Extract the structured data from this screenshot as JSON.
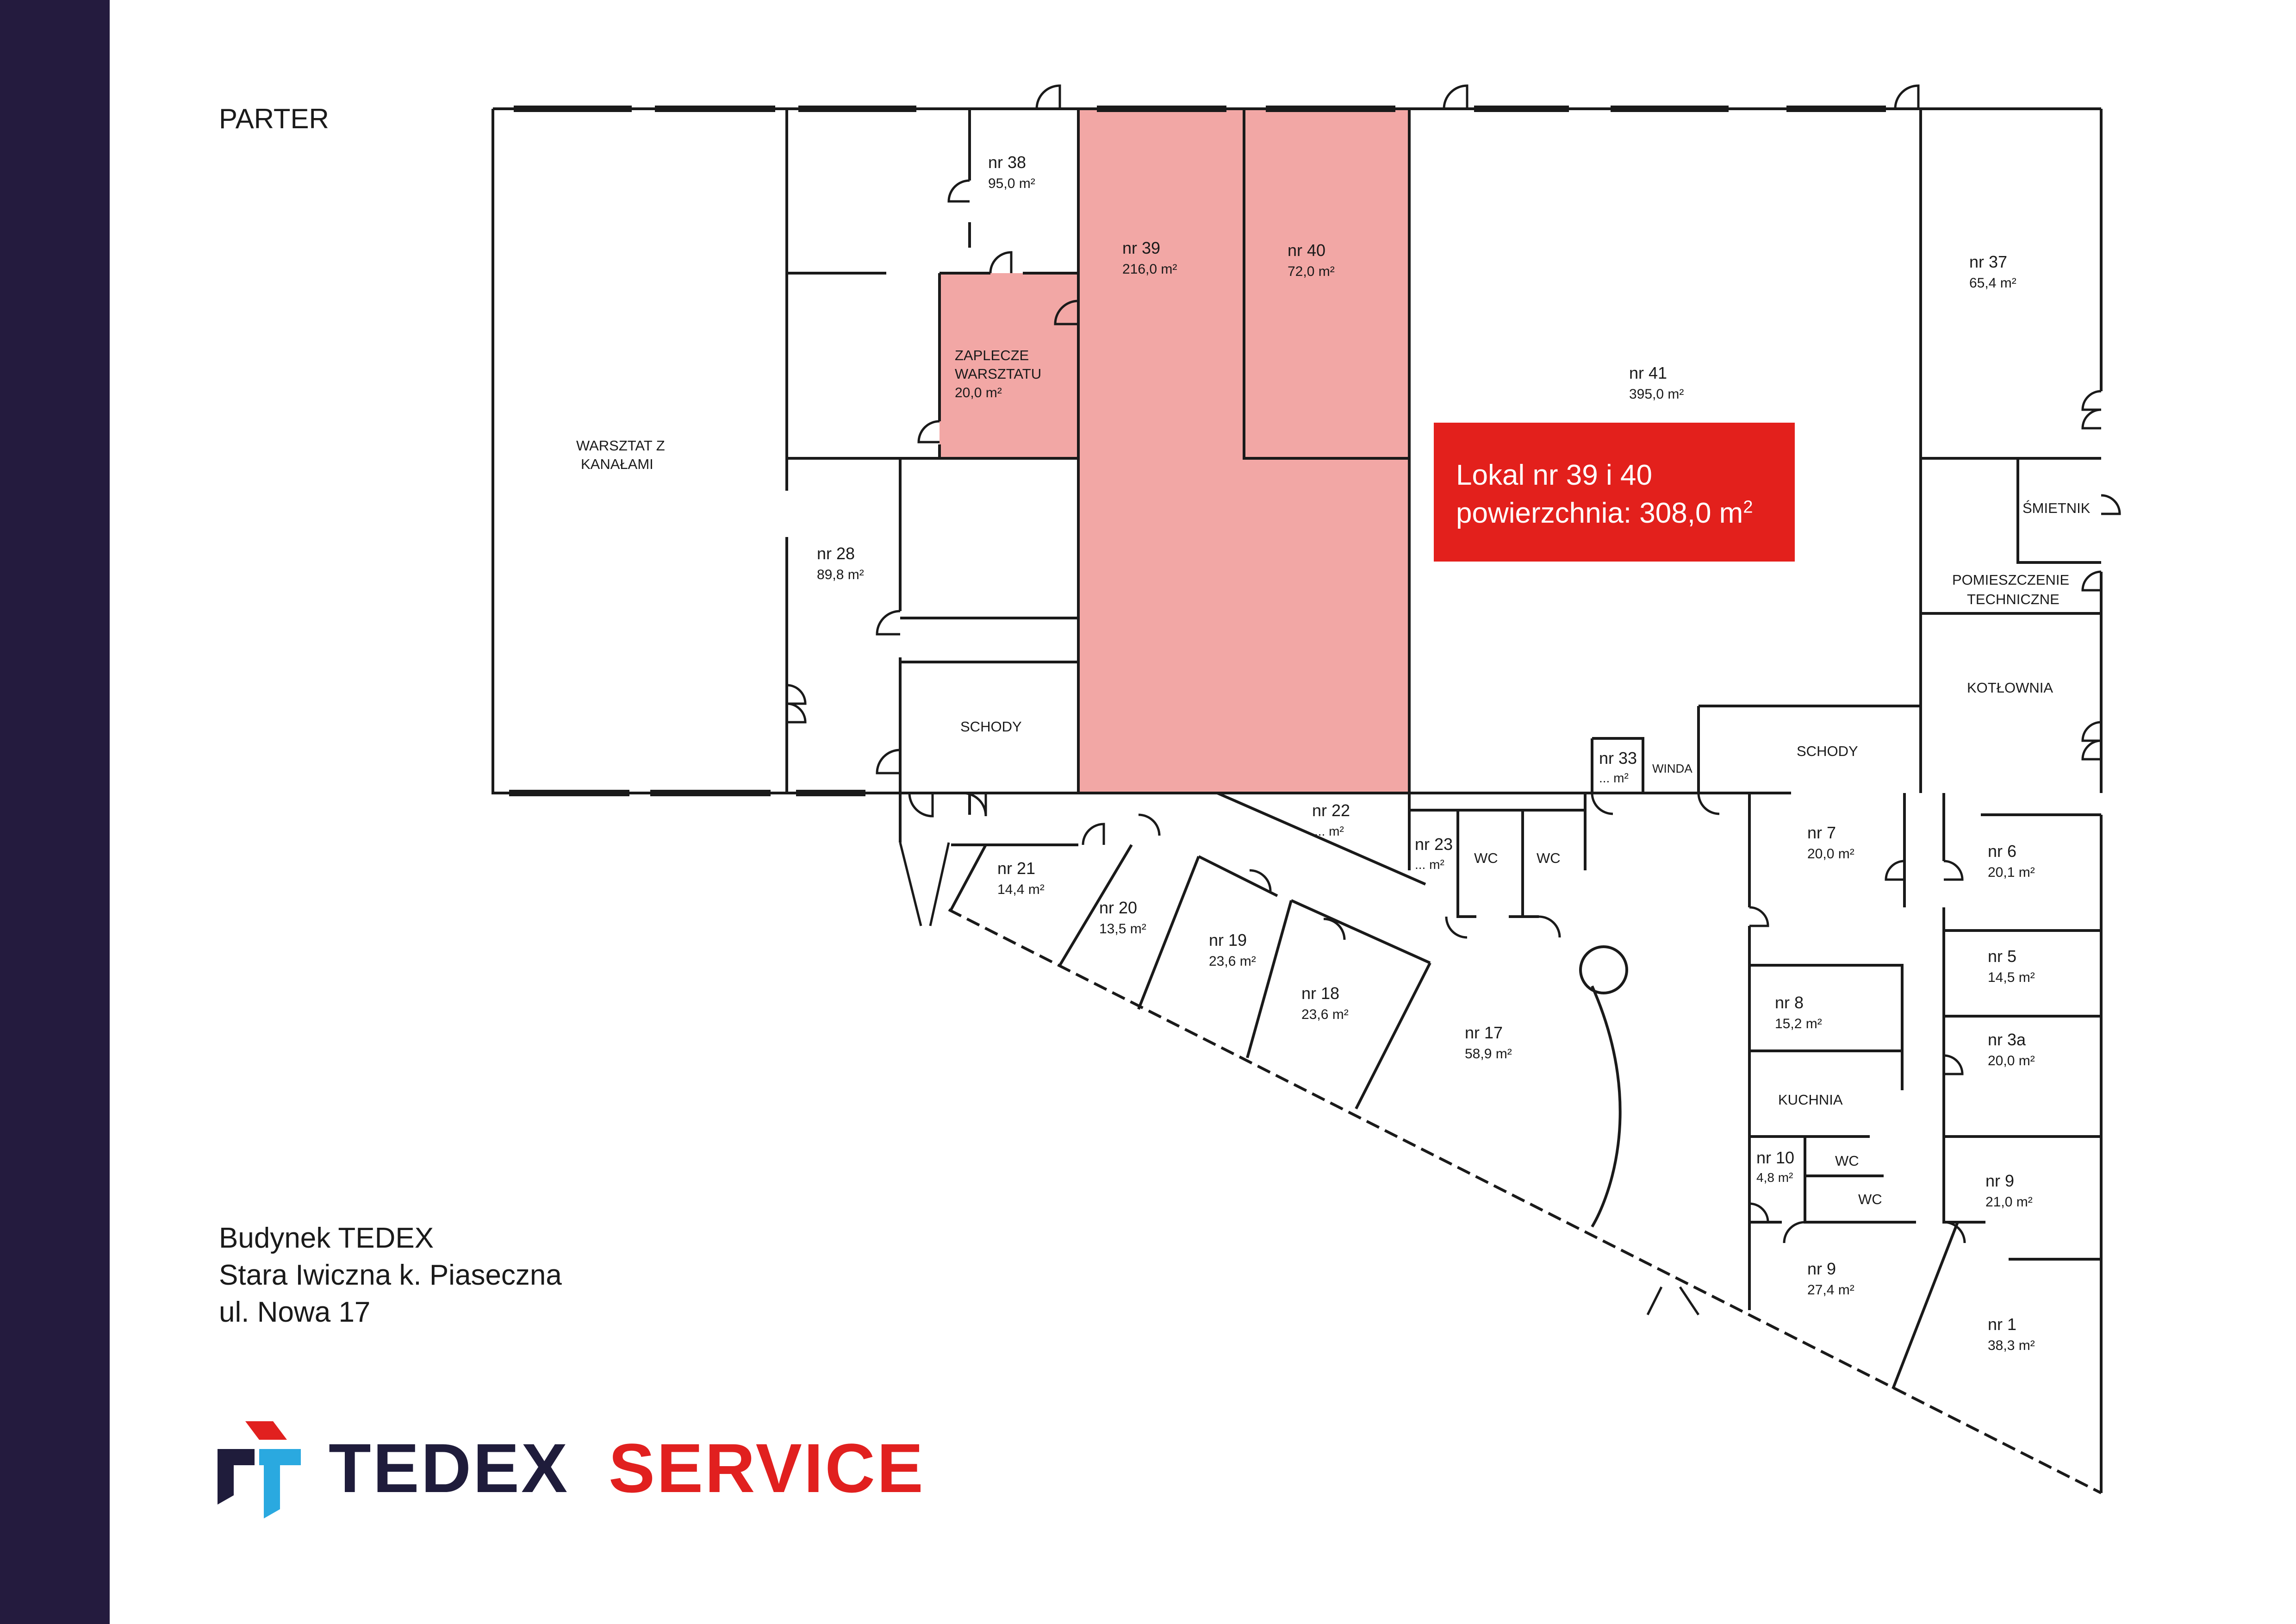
{
  "floor_label": "PARTER",
  "address": {
    "line1": "Budynek TEDEX",
    "line2": "Stara Iwiczna k. Piaseczna",
    "line3": "ul. Nowa 17"
  },
  "brand": {
    "part1": "TEDEX",
    "part2": "SERVICE"
  },
  "callout": {
    "line1": "Lokal nr 39 i 40",
    "line2_prefix": "powierzchnia: 308,0 m",
    "superscript": "2"
  },
  "colors": {
    "sidebar": "#241b3e",
    "highlight": "#f2a7a5",
    "callout": "#e3201c",
    "brand_dark": "#1f1c3b",
    "brand_red": "#e1201f",
    "logo_blue": "#2aa9e0"
  },
  "rooms": {
    "r38": {
      "name": "nr 38",
      "area": "95,0 m²"
    },
    "r39": {
      "name": "nr 39",
      "area": "216,0 m²"
    },
    "r40": {
      "name": "nr 40",
      "area": "72,0 m²"
    },
    "r37": {
      "name": "nr 37",
      "area": "65,4 m²"
    },
    "r41": {
      "name": "nr 41",
      "area": "395,0 m²"
    },
    "zap": {
      "line1": "ZAPLECZE",
      "line2": "WARSZTATU",
      "area": "20,0 m²"
    },
    "warsztat": {
      "line1": "WARSZTAT Z",
      "line2": "KANAŁAMI"
    },
    "r28": {
      "name": "nr 28",
      "area": "89,8 m²"
    },
    "schody1": {
      "name": "SCHODY"
    },
    "schody2": {
      "name": "SCHODY"
    },
    "smietnik": {
      "name": "ŚMIETNIK"
    },
    "pom": {
      "line1": "POMIESZCZENIE",
      "line2": "TECHNICZNE"
    },
    "kotlownia": {
      "name": "KOTŁOWNIA"
    },
    "r33": {
      "name": "nr 33",
      "area": "... m²"
    },
    "winda": {
      "name": "WINDA"
    },
    "r22": {
      "name": "nr 22",
      "area": "... m²"
    },
    "r23": {
      "name": "nr 23",
      "area": "... m²"
    },
    "wc1": {
      "name": "WC"
    },
    "wc2": {
      "name": "WC"
    },
    "r21": {
      "name": "nr 21",
      "area": "14,4 m²"
    },
    "r20": {
      "name": "nr 20",
      "area": "13,5 m²"
    },
    "r19": {
      "name": "nr 19",
      "area": "23,6 m²"
    },
    "r18": {
      "name": "nr 18",
      "area": "23,6 m²"
    },
    "r17": {
      "name": "nr 17",
      "area": "58,9 m²"
    },
    "r7": {
      "name": "nr 7",
      "area": "20,0 m²"
    },
    "r6": {
      "name": "nr 6",
      "area": "20,1 m²"
    },
    "r5": {
      "name": "nr 5",
      "area": "14,5 m²"
    },
    "r3a": {
      "name": "nr 3a",
      "area": "20,0 m²"
    },
    "r8": {
      "name": "nr 8",
      "area": "15,2 m²"
    },
    "kuchnia": {
      "name": "KUCHNIA"
    },
    "r10": {
      "name": "nr 10",
      "area": "4,8 m²"
    },
    "wc3": {
      "name": "WC"
    },
    "wc4": {
      "name": "WC"
    },
    "r9a": {
      "name": "nr 9",
      "area": "21,0 m²"
    },
    "r9b": {
      "name": "nr 9",
      "area": "27,4 m²"
    },
    "r1": {
      "name": "nr 1",
      "area": "38,3 m²"
    }
  }
}
